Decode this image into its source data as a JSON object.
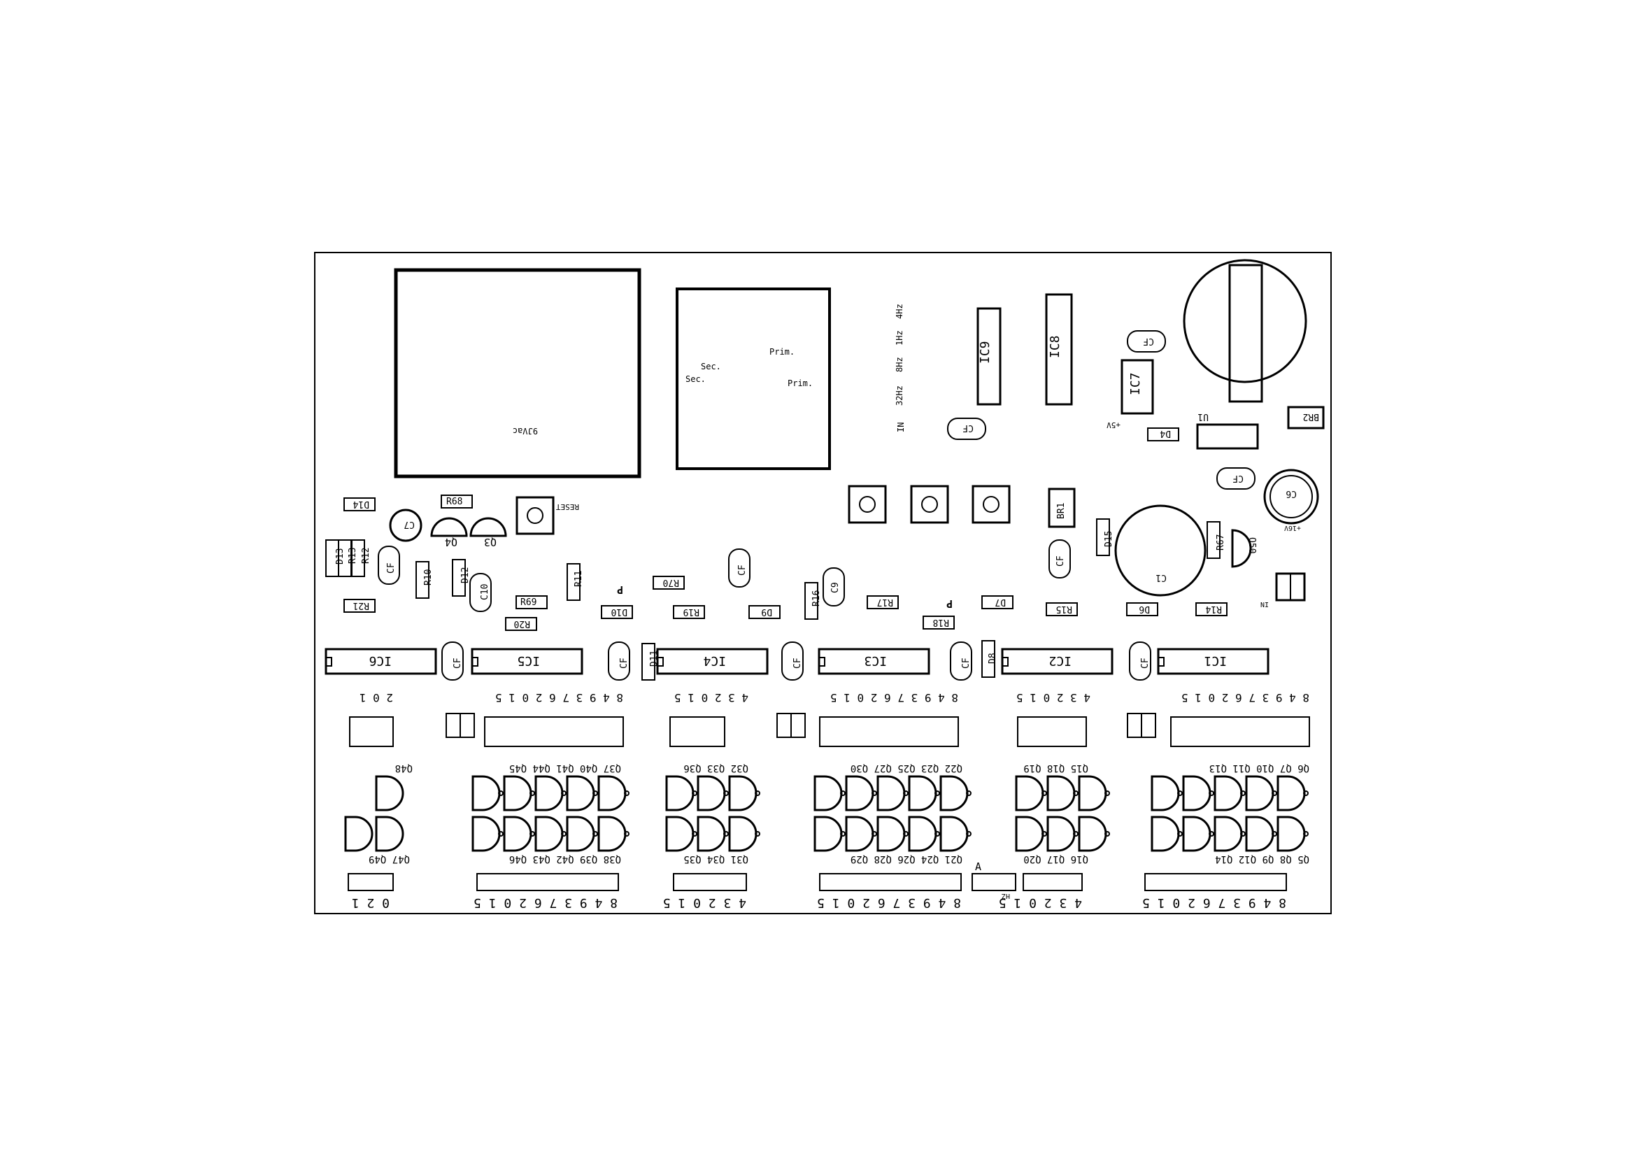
{
  "transformer": {
    "label": "9JVac"
  },
  "xfmr2": {
    "prim1": "Prim.",
    "prim2": "Prim.",
    "sec1": "Sec.",
    "sec2": "Sec."
  },
  "freq": {
    "in": "IN",
    "hz32": "32Hz",
    "hz8": "8Hz",
    "hz1": "1Hz",
    "hz4": "4Hz"
  },
  "reset_label": "RESET",
  "power": {
    "plus5v": "+5V",
    "u1": "U1",
    "br2": "BR2",
    "br1": "BR1",
    "c6": "C6",
    "c1": "C1",
    "q50": "Q50",
    "r67": "R67",
    "d4": "D4",
    "d15": "D15",
    "cf": "CF",
    "c6_note": "+16V"
  },
  "ics": {
    "ic1": "IC1",
    "ic2": "IC2",
    "ic3": "IC3",
    "ic4": "IC4",
    "ic5": "IC5",
    "ic6": "IC6",
    "ic7": "IC7",
    "ic8": "IC8",
    "ic9": "IC9"
  },
  "mid_row": {
    "d14": "D14",
    "r68": "R68",
    "c7": "C7",
    "q4": "Q4",
    "q3": "Q3",
    "d13": "D13",
    "r13": "R13",
    "r12": "R12",
    "r10": "R10",
    "d12": "D12",
    "c10": "C10",
    "r11": "R11",
    "r21": "R21",
    "r69": "R69",
    "r20": "R20",
    "r70": "R70",
    "d10": "D10",
    "r19": "R19",
    "d9": "D9",
    "r16": "R16",
    "c9": "C9",
    "r17": "R17",
    "r18": "R18",
    "d7": "D7",
    "r15": "R15",
    "d6": "D6",
    "r14": "R14",
    "d8": "D8",
    "d11": "D11",
    "p": "P",
    "in_label": "IN",
    "a_label": "A",
    "hz_label": "HZ"
  },
  "pin_labels": {
    "g1": "8 4 9 3 7 6 2 0 1 5",
    "g2": "4 3 2 0 1 5",
    "g3": "8 4 9 3 7 6 2 0 1 5",
    "g4": "4 3 2 0 1 5",
    "g5": "8 4 9 3 7 6 2 0 1 5",
    "g6": "2 0 1"
  },
  "bottom_labels": {
    "g1": "8 4 9 3 7 6 2 0 1 5",
    "g2": "4 3 2 0 1 5",
    "g3": "8 4 9 3 7 6 2 0 1 5",
    "g4": "4 3 2 0 1 5",
    "g5": "8 4 9 3 7 6 2 0 1 5",
    "g6": "0 2 1"
  },
  "q_top": {
    "g1": "Q6 Q7 Q10 Q11 Q13",
    "g2": "Q15 Q18 Q19",
    "g3": "Q22 Q23 Q25 Q27 Q30",
    "g4": "Q32 Q33 Q36",
    "g5": "Q37 Q40 Q41 Q44 Q45",
    "g6": "Q48"
  },
  "q_bot": {
    "g1": "Q5 Q8 Q9 Q12 Q14",
    "g2": "Q16 Q17 Q20",
    "g3": "Q21 Q24 Q26 Q28 Q29",
    "g4": "Q31 Q34 Q35",
    "g5": "Q38 Q39 Q42 Q43 Q46",
    "g6": "Q47 Q49"
  }
}
